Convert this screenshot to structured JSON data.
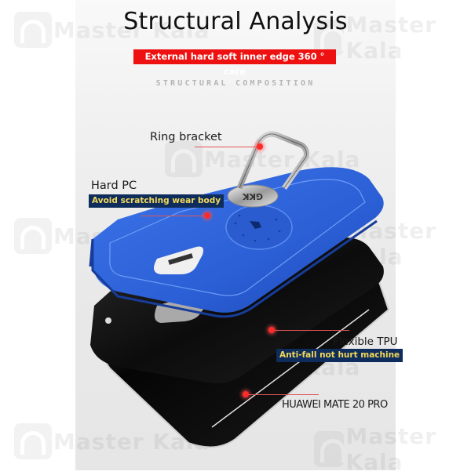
{
  "header": {
    "title": "Structural Analysis",
    "subtitle": "External hard soft inner edge 360 ° care",
    "section_label": "STRUCTURAL COMPOSITION"
  },
  "annotations": {
    "ring_bracket": {
      "label": "Ring bracket"
    },
    "hard_pc": {
      "label": "Hard PC",
      "badge": "Avoid scratching wear body"
    },
    "flexible_tpu": {
      "label": "Flexible TPU",
      "badge": "Anti-fall not hurt machine"
    },
    "phone_model": {
      "label": "HUAWEI MATE 20 PRO"
    }
  },
  "product": {
    "ring_logo": "GKK",
    "case_color": "#2f63d8",
    "tpu_color": "#111111"
  },
  "colors": {
    "subtitle_bar": "#ee1111",
    "badge_bg": "#0f2d5c",
    "badge_text": "#f3d85a",
    "leader_dot": "#ff2a2a"
  },
  "watermark": {
    "text": "Master Kala"
  }
}
